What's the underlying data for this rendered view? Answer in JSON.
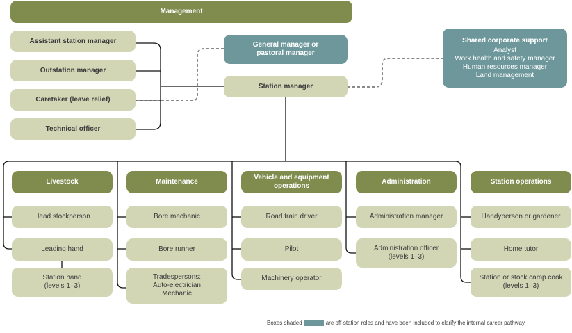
{
  "top": {
    "management": "Management",
    "general_manager": "General manager or pastoral manager",
    "station_manager": "Station manager"
  },
  "left_roles": [
    "Assistant station manager",
    "Outstation manager",
    "Caretaker (leave relief)",
    "Technical officer"
  ],
  "shared": {
    "title": "Shared corporate support",
    "items": [
      "Analyst",
      "Work health and safety manager",
      "Human resources manager",
      "Land management"
    ]
  },
  "departments": [
    {
      "name": "Livestock",
      "roles": [
        "Head stockperson",
        "Leading hand",
        "Station hand (levels 1–3)"
      ]
    },
    {
      "name": "Maintenance",
      "roles": [
        "Bore mechanic",
        "Bore runner",
        "Tradespersons: Auto-electrician Mechanic"
      ]
    },
    {
      "name": "Vehicle and equipment operations",
      "roles": [
        "Road train driver",
        "Pilot",
        "Machinery operator"
      ]
    },
    {
      "name": "Administration",
      "roles": [
        "Administration manager",
        "Administration officer (levels 1–3)"
      ]
    },
    {
      "name": "Station operations",
      "roles": [
        "Handyperson or gardener",
        "Home tutor",
        "Station or stock camp cook (levels 1–3)"
      ]
    }
  ],
  "legend": {
    "before": "Boxes shaded",
    "after": "are off-station roles and have been included to clarify the internal career pathway."
  },
  "colors": {
    "dark_green": "#7f8c4e",
    "pale_green": "#d2d6b5",
    "teal": "#6d979b",
    "line": "#111111",
    "dashed": "#8a8a8a"
  }
}
